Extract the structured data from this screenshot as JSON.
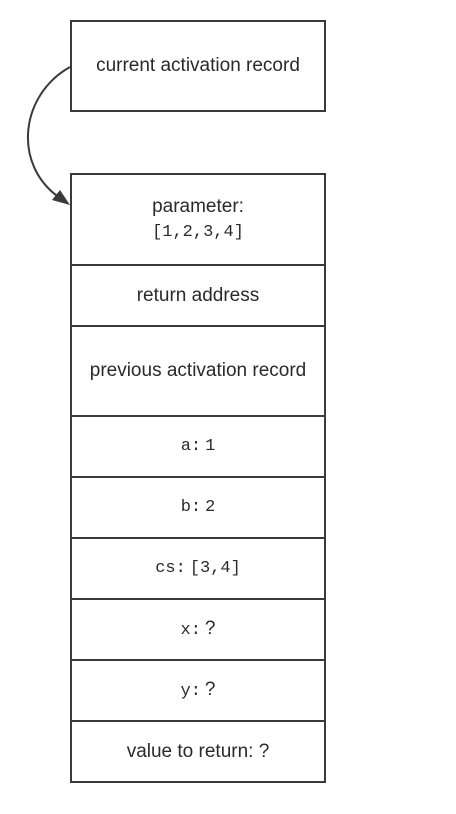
{
  "current_record": {
    "label": "current activation record"
  },
  "frame": {
    "parameter": {
      "label": "parameter:",
      "value": "[1,2,3,4]"
    },
    "return_address": "return address",
    "previous_record": "previous activation record",
    "variables": [
      {
        "name": "a:",
        "value": "1"
      },
      {
        "name": "b:",
        "value": "2"
      },
      {
        "name": "cs:",
        "value": "[3,4]"
      },
      {
        "name": "x:",
        "value": "?"
      },
      {
        "name": "y:",
        "value": "?"
      }
    ],
    "value_to_return": "value to return: ?"
  },
  "colors": {
    "border": "#3a3a3a",
    "text": "#2a2a2a"
  }
}
